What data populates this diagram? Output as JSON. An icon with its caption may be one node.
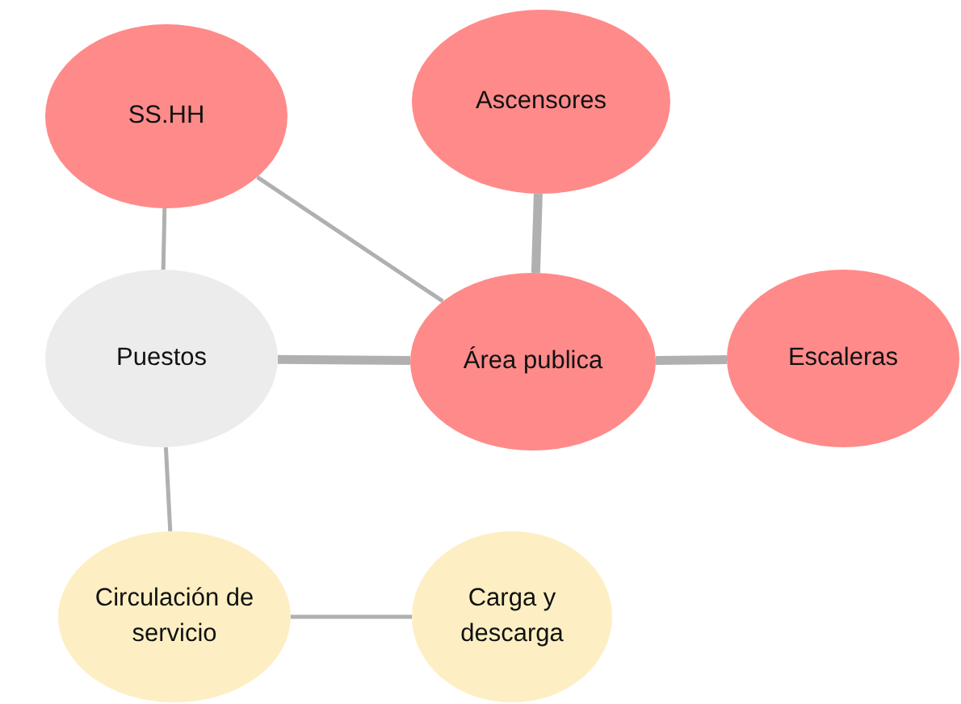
{
  "diagram": {
    "nodes": [
      {
        "text": [
          "SS.HH"
        ]
      },
      {
        "text": [
          "Ascensores"
        ]
      },
      {
        "text": [
          "Puestos"
        ]
      },
      {
        "text": [
          "Área publica"
        ]
      },
      {
        "text": [
          "Escaleras"
        ]
      },
      {
        "text": [
          "Circulación de servicio"
        ]
      },
      {
        "text": [
          "Carga y descarga"
        ]
      }
    ],
    "edges": [
      {
        "from": 0,
        "to": 2,
        "arrow": "none"
      },
      {
        "from": 0,
        "to": 3,
        "arrow": "none"
      },
      {
        "from": 1,
        "to": 3,
        "arrow": "none",
        "style": "thick"
      },
      {
        "from": 2,
        "to": 3,
        "arrow": "none",
        "style": "thick"
      },
      {
        "from": 3,
        "to": 4,
        "arrow": "none",
        "style": "thick"
      },
      {
        "from": 2,
        "to": 5,
        "arrow": "none"
      },
      {
        "from": 5,
        "to": 6,
        "arrow": "none"
      }
    ]
  }
}
